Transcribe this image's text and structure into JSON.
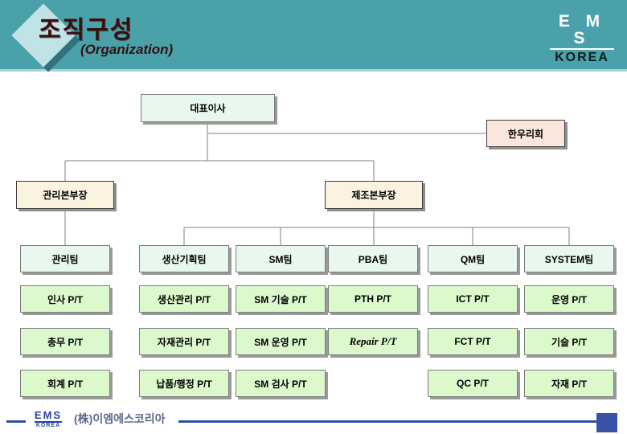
{
  "header": {
    "title": "조직구성",
    "subtitle": "(Organization)",
    "logo_top": "E M S",
    "logo_bottom": "KOREA"
  },
  "colors": {
    "header_teal": "#4ba1aa",
    "title_text": "#3f0d0d",
    "ceo_team_box": "#e9f8ee",
    "pt_box": "#dcf9cc",
    "director_box": "#fbf3e0",
    "advisory_box": "#fbe6dd",
    "connector_gray": "#808080",
    "footer_navy": "#2f4f9f"
  },
  "org": {
    "ceo": "대표이사",
    "advisory": "한우리회",
    "directors": [
      {
        "label": "관리본부장"
      },
      {
        "label": "제조본부장"
      }
    ],
    "columns": [
      {
        "team": "관리팀",
        "pts": [
          "인사 P/T",
          "총무 P/T",
          "회계 P/T"
        ]
      },
      {
        "team": "생산기획팀",
        "pts": [
          "생산관리 P/T",
          "자재관리 P/T",
          "납품/행정 P/T"
        ]
      },
      {
        "team": "SM팀",
        "pts": [
          "SM 기술 P/T",
          "SM 운영 P/T",
          "SM 검사 P/T"
        ]
      },
      {
        "team": "PBA팀",
        "pts": [
          "PTH P/T",
          "Repair P/T",
          ""
        ]
      },
      {
        "team": "QM팀",
        "pts": [
          "ICT P/T",
          "FCT P/T",
          "QC P/T"
        ]
      },
      {
        "team": "SYSTEM팀",
        "pts": [
          "운영 P/T",
          "기술 P/T",
          "자재 P/T"
        ]
      }
    ],
    "script_style_labels": [
      "Repair P/T"
    ]
  },
  "footer": {
    "logo_top": "EMS",
    "logo_bottom": "KOREA",
    "company": "(株)이엠에스코리아"
  }
}
